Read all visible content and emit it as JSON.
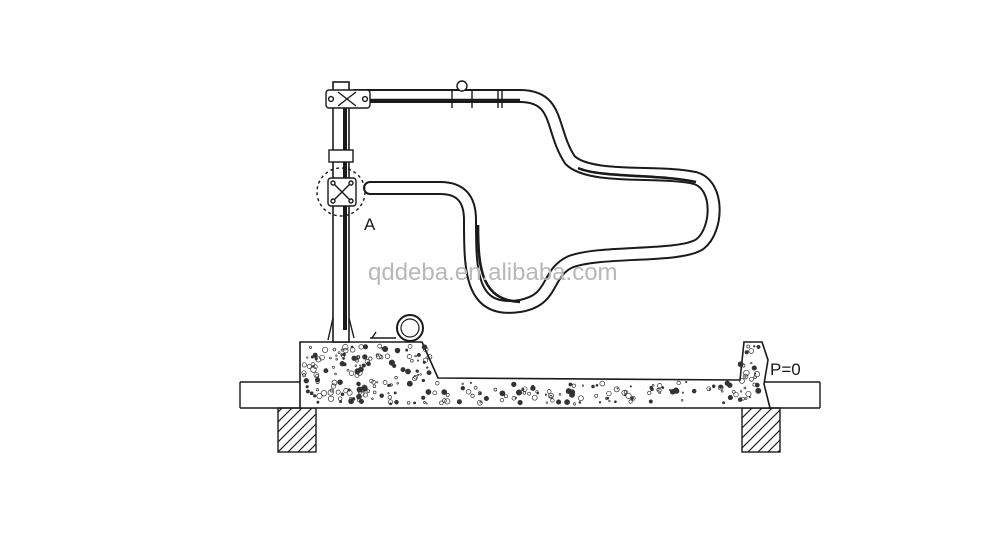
{
  "labels": {
    "detail_marker": "A",
    "pressure_label": "P=0"
  },
  "watermark": "qddeba.en.alibaba.com",
  "colors": {
    "line": "#1a1a1a",
    "concrete_dots": "#333333",
    "hatch": "#222222",
    "watermark": "#b8b8b8",
    "background": "#ffffff"
  }
}
